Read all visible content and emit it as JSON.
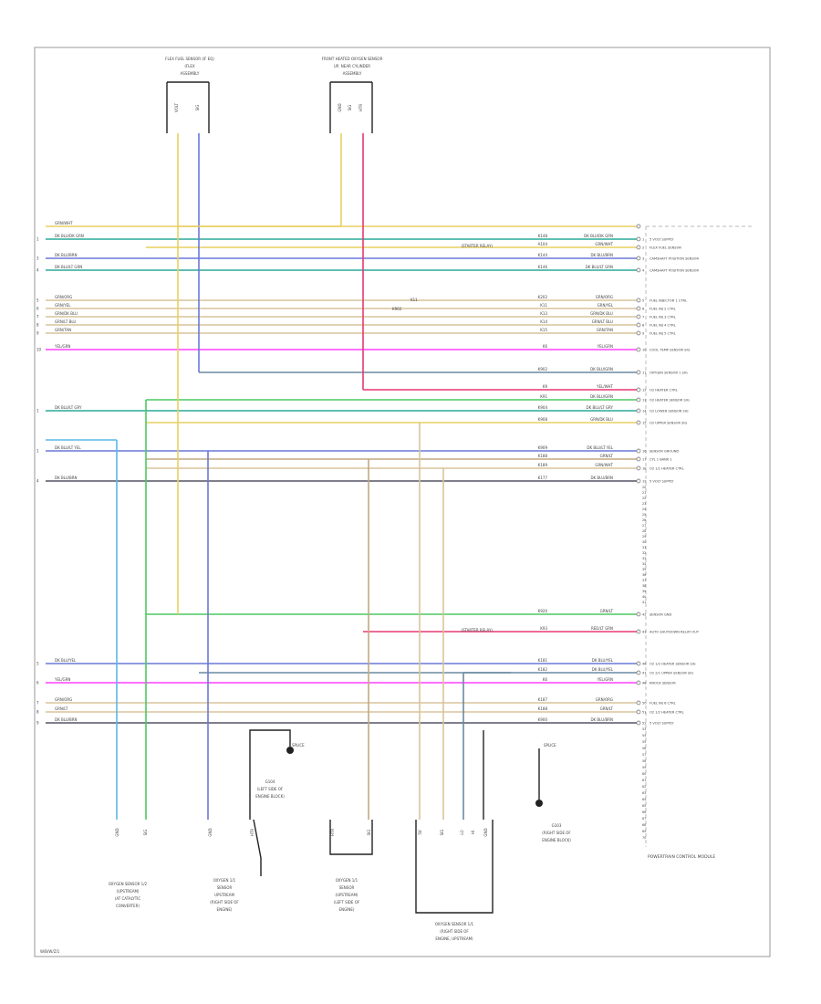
{
  "page": {
    "code": "W/B/W/Z/1",
    "module_label": "POWERTRAIN CONTROL MODULE"
  },
  "colors": {
    "yellow": "#e8d060",
    "beige": "#d8c49a",
    "teal": "#2aa89a",
    "blue": "#6a78d8",
    "lightblue": "#5ab8e8",
    "green": "#4cc860",
    "magenta": "#ff40ff",
    "pink": "#e83870",
    "tan": "#c4a880",
    "gray": "#555566",
    "slate": "#6a8aa0",
    "black": "#222222"
  },
  "top_connectors": {
    "left": {
      "lines": [
        "FLEX FUEL SENSOR (IF EQ)",
        "(FLEX",
        "ASSEMBLY"
      ],
      "pins": [
        "VOLT",
        "SIG"
      ]
    },
    "right": {
      "lines": [
        "FRONT HEATED OXYGEN SENSOR",
        "UP, NEAR CYLINDER",
        "ASSEMBLY"
      ],
      "pins": [
        "GND",
        "SIG",
        "HTR"
      ]
    }
  },
  "wires": [
    {
      "num": "",
      "left": "GRN/WHT",
      "code": "",
      "right": "",
      "pin": "",
      "func": "",
      "color": "yellow"
    },
    {
      "num": "1",
      "left": "DK BLU/DK GRN",
      "code": "K148",
      "right": "DK BLU/DK GRN",
      "pin": "1",
      "func": "5 VOLT SUPPLY",
      "color": "teal"
    },
    {
      "num": "",
      "left": "",
      "code": "A104",
      "right": "GRN/WHT",
      "pin": "2",
      "func": "FLEX FUEL SENSOR",
      "color": "yellow"
    },
    {
      "num": "3",
      "left": "DK BLU/BRN",
      "code": "K144",
      "right": "DK BLU/BRN",
      "pin": "3",
      "func": "CAMSHAFT POSITION SENSOR",
      "color": "blue"
    },
    {
      "num": "4",
      "left": "DK BLU/LT GRN",
      "code": "K146",
      "right": "DK BLU/LT GRN",
      "pin": "4",
      "func": "CAMSHAFT POSITION SENSOR",
      "color": "teal"
    },
    {
      "num": "5",
      "left": "GRN/ORG",
      "code": "K202",
      "right": "GRN/ORG",
      "pin": "5",
      "func": "FUEL INJECTOR 1 CTRL",
      "color": "beige"
    },
    {
      "num": "6",
      "left": "GRN/YEL",
      "code": "K11",
      "right": "GRN/YEL",
      "pin": "6",
      "func": "FUEL INJ 2 CTRL",
      "color": "beige"
    },
    {
      "num": "7",
      "left": "GRN/DK BLU",
      "code": "K13",
      "right": "GRN/DK BLU",
      "pin": "7",
      "func": "FUEL INJ 3 CTRL",
      "color": "beige"
    },
    {
      "num": "8",
      "left": "GRN/LT BLU",
      "code": "K14",
      "right": "GRN/LT BLU",
      "pin": "8",
      "func": "FUEL INJ 4 CTRL",
      "color": "beige"
    },
    {
      "num": "9",
      "left": "GRN/TAN",
      "code": "K15",
      "right": "GRN/TAN",
      "pin": "9",
      "func": "FUEL INJ 5 CTRL",
      "color": "beige"
    },
    {
      "num": "10",
      "left": "YEL/GRN",
      "code": "K6",
      "right": "YEL/GRN",
      "pin": "10",
      "func": "COOL TEMP SENSOR SIG",
      "color": "magenta"
    },
    {
      "num": "",
      "left": "",
      "code": "K902",
      "right": "DK BLU/GRN",
      "pin": "11",
      "func": "OXYGEN SENSOR 1 SIG",
      "color": "slate"
    },
    {
      "num": "",
      "left": "",
      "code": "K9",
      "right": "YEL/WHT",
      "pin": "12",
      "func": "O2 HEATER CTRL",
      "color": "pink"
    },
    {
      "num": "",
      "left": "",
      "code": "K91",
      "right": "DK BLU/GRN",
      "pin": "13",
      "func": "O2 HEATER SENSOR SIG",
      "color": "green"
    },
    {
      "num": "1",
      "left": "DK BLU/LT GRY",
      "code": "K904",
      "right": "DK BLU/LT GRY",
      "pin": "14",
      "func": "O2 LOWER SENSOR SIG",
      "color": "teal"
    },
    {
      "num": "",
      "left": "",
      "code": "K908",
      "right": "GRN/DK BLU",
      "pin": "15",
      "func": "O2 UPPER SENSOR SIG",
      "color": "yellow"
    },
    {
      "num": "1",
      "left": "DK BLU/LT YEL",
      "code": "K909",
      "right": "DK BLU/LT YEL",
      "pin": "16",
      "func": "SENSOR GROUND",
      "color": "blue"
    },
    {
      "num": "",
      "left": "",
      "code": "K188",
      "right": "GRN/LT",
      "pin": "17",
      "func": "CYL 1 BANK 1",
      "color": "tan"
    },
    {
      "num": "",
      "left": "",
      "code": "K189",
      "right": "GRN/WHT",
      "pin": "18",
      "func": "O2 1/1 HEATER CTRL",
      "color": "beige"
    },
    {
      "num": "4",
      "left": "DK BLU/BRN",
      "code": "K177",
      "right": "DK BLU/BRN",
      "pin": "19",
      "func": "5 VOLT SUPPLY",
      "color": "gray"
    },
    {
      "num": "",
      "left": "",
      "code": "K920",
      "right": "GRN/LT",
      "pin": "42",
      "func": "SENSOR GND",
      "color": "green"
    },
    {
      "num": "",
      "left": "",
      "code": "K93",
      "right": "RED/LT GRN",
      "pin": "43",
      "func": "AUTO SHUTDOWN RELAY OUT",
      "color": "pink"
    },
    {
      "num": "5",
      "left": "DK BLU/YEL",
      "code": "K181",
      "right": "DK BLU/YEL",
      "pin": "46",
      "func": "O2 1/2 HEATER SENSOR SIG",
      "color": "blue"
    },
    {
      "num": "",
      "left": "",
      "code": "K182",
      "right": "DK BLU/YEL",
      "pin": "47",
      "func": "O2 2/1 UPPER SENSOR SIG",
      "color": "slate"
    },
    {
      "num": "6",
      "left": "YEL/GRN",
      "code": "K6",
      "right": "YEL/GRN",
      "pin": "48",
      "func": "KNOCK SENSOR",
      "color": "magenta"
    },
    {
      "num": "7",
      "left": "GRN/ORG",
      "code": "K187",
      "right": "GRN/ORG",
      "pin": "50",
      "func": "FUEL INJ 6 CTRL",
      "color": "beige"
    },
    {
      "num": "8",
      "left": "GRN/LT",
      "code": "K188",
      "right": "GRN/LT",
      "pin": "51",
      "func": "O2 1/2 HEATER CTRL",
      "color": "beige"
    },
    {
      "num": "9",
      "left": "DK BLU/BRN",
      "code": "K900",
      "right": "DK BLU/BRN",
      "pin": "52",
      "func": "5 VOLT SUPPLY",
      "color": "gray"
    }
  ],
  "callouts": {
    "splice1": "SPLICE",
    "splice2": "SPLICE",
    "note1": "(STARTER RELAY)",
    "note2": "(STARTER RELAY)",
    "center1": "K11",
    "center2": "K902"
  },
  "bottom_components": [
    {
      "lines": [
        "OXYGEN SENSOR 1/2",
        "(UPSTREAM)",
        "(AT CATALYTIC",
        "CONVERTER)"
      ],
      "pins": [
        "GND",
        "SIG"
      ]
    },
    {
      "lines": [
        "OXYGEN 1/1",
        "SENSOR",
        "UPSTREAM",
        "(RIGHT SIDE OF",
        "ENGINE)"
      ],
      "pins": [
        "GND",
        "HTR"
      ]
    },
    {
      "lines": [
        "OXYGEN 1/1",
        "SENSOR",
        "(UPSTREAM)",
        "(LEFT SIDE OF",
        "ENGINE)"
      ],
      "pins": [
        "HTR",
        "SIG"
      ]
    },
    {
      "lines": [
        "OXYGEN SENSOR 1/1",
        "(RIGHT SIDE OF",
        "ENGINE, UPSTREAM)"
      ],
      "pins": [
        "5V",
        "SIG",
        "LO",
        "HI",
        "GND"
      ]
    }
  ],
  "grounds": [
    {
      "lines": [
        "G104",
        "(LEFT SIDE OF",
        "ENGINE BLOCK)"
      ]
    },
    {
      "lines": [
        "G103",
        "(RIGHT SIDE OF",
        "ENGINE BLOCK)"
      ]
    }
  ]
}
